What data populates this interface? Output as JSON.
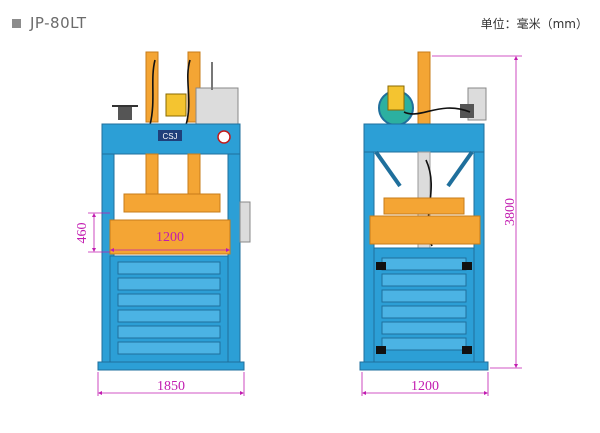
{
  "header": {
    "model": "JP-80LT",
    "unit": "单位：毫米（mm）"
  },
  "machine": {
    "badge": "CSJ"
  },
  "dimensions": {
    "front_width": "1850",
    "front_press_width": "1200",
    "front_press_height": "460",
    "side_width": "1200",
    "side_height": "3800"
  },
  "colors": {
    "frame": "#2c9fd6",
    "frame_dark": "#1f6f9c",
    "orange": "#f4a534",
    "orange_dark": "#c77c1a",
    "dimension": "#c21cb0",
    "grey_box": "#dcdcdc"
  }
}
